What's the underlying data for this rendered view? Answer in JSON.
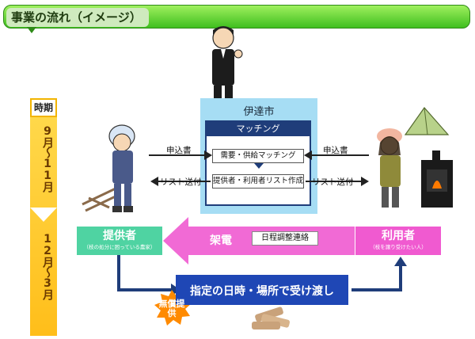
{
  "header": {
    "title": "事業の流れ（イメージ）"
  },
  "period": {
    "caption": "時期",
    "first": "9月〜11月",
    "second": "12月〜3月"
  },
  "city": {
    "name": "伊達市",
    "panel_title": "マッチング",
    "step1": "需要・供給マッチング",
    "step2": "提供者・利用者リスト作成"
  },
  "flows": {
    "apply_left": "申込書",
    "apply_right": "申込書",
    "list_left": "リスト送付",
    "list_right": "リスト送付"
  },
  "provider": {
    "name": "提供者",
    "sub": "（枝の処分に困っている農家）"
  },
  "user": {
    "name": "利用者",
    "sub": "（枝を譲り受けたい人）"
  },
  "call": {
    "label": "架電",
    "schedule": "日程調整連絡"
  },
  "delivery": {
    "text": "指定の日時・場所で受け渡し"
  },
  "badge": {
    "text": "無償提供"
  },
  "colors": {
    "banner": "#3fbf1f",
    "period": "#ffc21f",
    "city": "#a6ddf4",
    "provider": "#4fd3a2",
    "user": "#f05ad0",
    "delivery": "#1f47b5",
    "badge": "#ff8a00"
  }
}
